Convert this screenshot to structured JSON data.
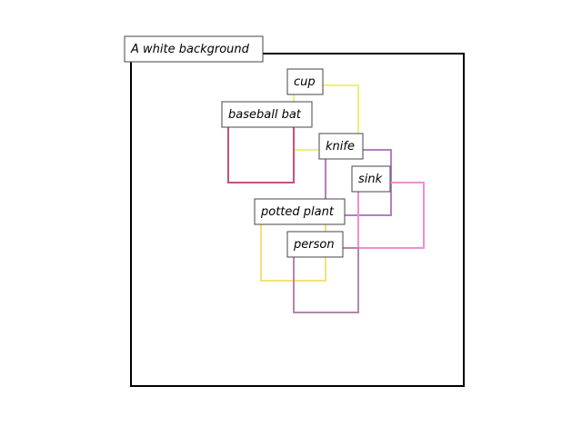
{
  "scene": {
    "caption": "A white background",
    "frame_color": "#000000"
  },
  "objects": [
    {
      "id": "cup",
      "label": "cup",
      "color": "#eef07a"
    },
    {
      "id": "baseball-bat",
      "label": "baseball bat",
      "color": "#c4527e"
    },
    {
      "id": "knife",
      "label": "knife",
      "color": "#b57fbf"
    },
    {
      "id": "sink",
      "label": "sink",
      "color": "#f08fd2"
    },
    {
      "id": "potted-plant",
      "label": "potted plant",
      "color": "#f5e07a"
    },
    {
      "id": "person",
      "label": "person",
      "color": "#b586a8"
    }
  ]
}
